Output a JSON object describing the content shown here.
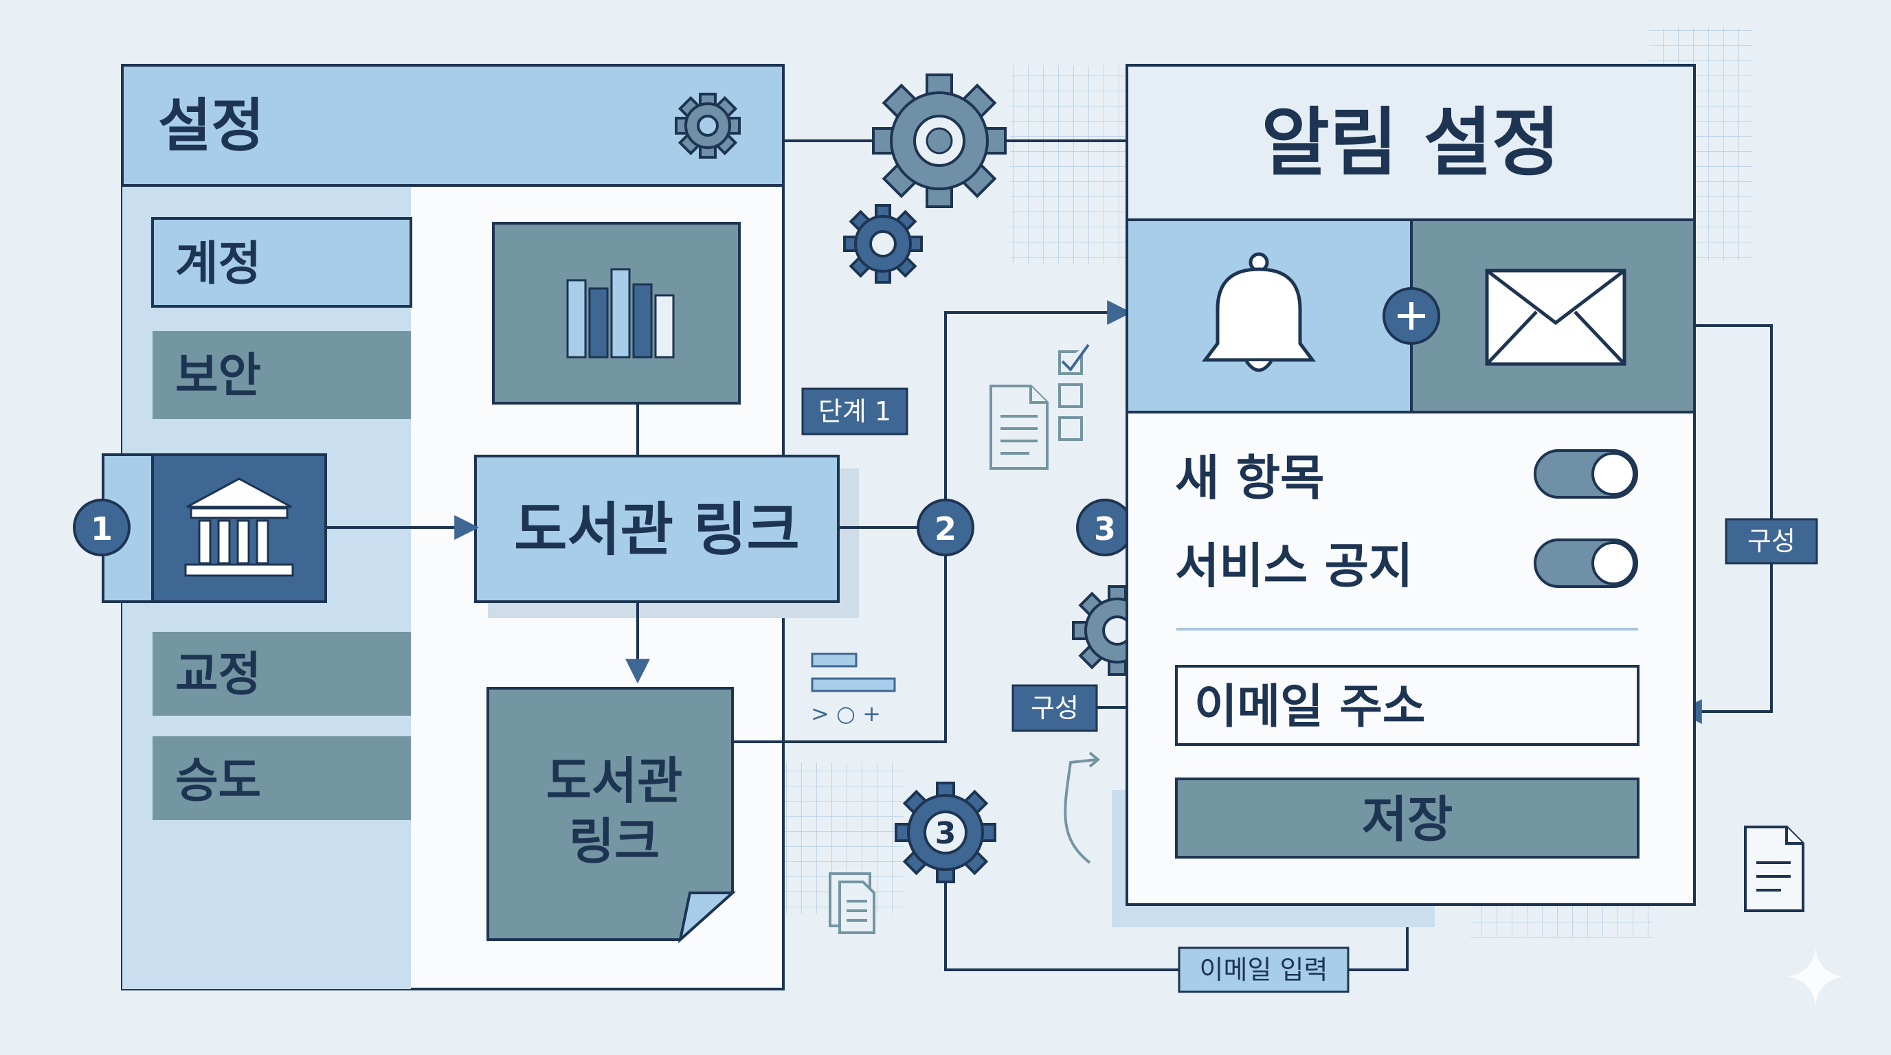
{
  "settings": {
    "title": "설정",
    "menu": [
      "계정",
      "보안",
      "교정",
      "승도"
    ]
  },
  "link_box": "도서관 링크",
  "note": {
    "line1": "도서관",
    "line2": "링크"
  },
  "step_label": "단계 1",
  "steps": {
    "one": "1",
    "two": "2",
    "three": "3"
  },
  "notification": {
    "title": "알림 설정",
    "toggle_new": "새 항목",
    "toggle_service": "서비스 공지",
    "email_field": "이메일 주소",
    "save": "저장"
  },
  "labels": {
    "config_left": "구성",
    "config_right": "구성",
    "email_input": "이메일 입력"
  },
  "colors": {
    "navy": "#1d3452",
    "light_blue": "#a7cde9",
    "slate": "#7495a2",
    "mid_blue": "#3e6794"
  }
}
